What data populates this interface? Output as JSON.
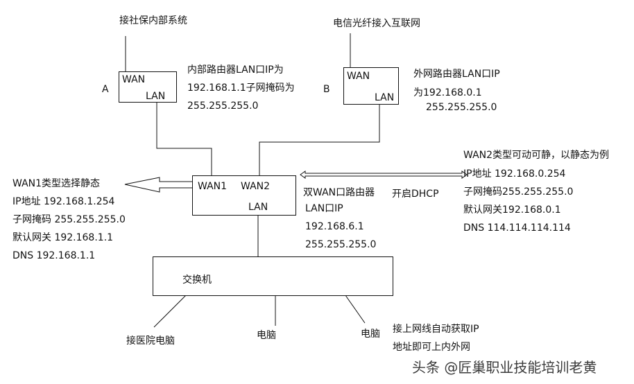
{
  "top": {
    "a_source": "接社保内部系统",
    "b_source": "电信光纤接入互联网"
  },
  "router_a": {
    "tag": "A",
    "wan": "WAN",
    "lan": "LAN",
    "note": [
      "内部路由器LAN口IP为",
      "192.168.1.1子网掩码为",
      "255.255.255.0"
    ]
  },
  "router_b": {
    "tag": "B",
    "wan": "WAN",
    "lan": "LAN",
    "note": [
      "外网路由器LAN口IP",
      "为192.168.0.1",
      "255.255.255.0"
    ]
  },
  "dual_router": {
    "wan1": "WAN1",
    "wan2": "WAN2",
    "lan": "LAN",
    "title": "双WAN口路由器",
    "dhcp": "开启DHCP",
    "lan_info": [
      "LAN口IP",
      "192.168.6.1",
      "255.255.255.0"
    ]
  },
  "wan1_config": [
    "WAN1类型选择静态",
    "IP地址  192.168.1.254",
    "子网掩码 255.255.255.0",
    "默认网关 192.168.1.1",
    "DNS 192.168.1.1"
  ],
  "wan2_config": [
    "WAN2类型可动可静，以静态为例",
    "IP地址 192.168.0.254",
    "子网掩码255.255.255.0",
    "默认网关192.168.0.1",
    "DNS 114.114.114.114"
  ],
  "switch": {
    "label": "交换机"
  },
  "endpoints": {
    "hospital_pc": "接医院电脑",
    "pc_middle": "电脑",
    "pc_right": "电脑",
    "pc_right_note": [
      "接上网线自动获取IP",
      "地址即可上内外网"
    ]
  },
  "watermark": "头条 @匠巢职业技能培训老黄"
}
